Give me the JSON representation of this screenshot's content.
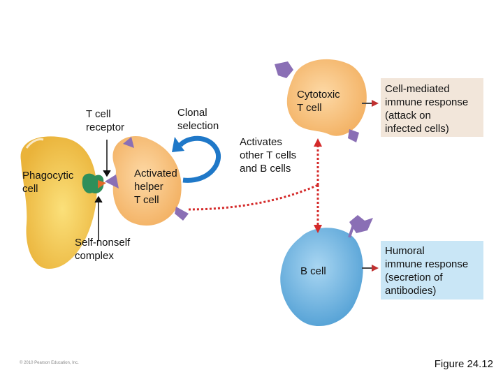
{
  "labels": {
    "t_cell_receptor": [
      "T cell",
      "receptor"
    ],
    "clonal_selection": [
      "Clonal",
      "selection"
    ],
    "phagocytic_cell": [
      "Phagocytic",
      "cell"
    ],
    "activated_helper": [
      "Activated",
      "helper",
      "T cell"
    ],
    "self_nonself": [
      "Self-nonself",
      "complex"
    ],
    "cytotoxic": [
      "Cytotoxic",
      "T cell"
    ],
    "activates_other": [
      "Activates",
      "other T cells",
      "and B cells"
    ],
    "b_cell": "B cell"
  },
  "boxes": {
    "cell_mediated": [
      "Cell-mediated",
      "immune response",
      "(attack on",
      "infected cells)"
    ],
    "humoral": [
      "Humoral",
      "immune response",
      "(secretion of",
      "antibodies)"
    ]
  },
  "footer": {
    "copyright": "© 2010 Pearson Education, Inc.",
    "figure": "Figure 24.12"
  },
  "colors": {
    "phagocyte": "#f2c545",
    "t_cell": "#f7c07a",
    "b_cell": "#6cb3e0",
    "receptor": "#8a6fb5",
    "complex": "#2f8f5a",
    "clonal_arrow": "#1f78c8",
    "dotted_path": "#d42a2a",
    "cell_mediated_box": "#f2e6da",
    "humoral_box": "#c9e6f6"
  }
}
